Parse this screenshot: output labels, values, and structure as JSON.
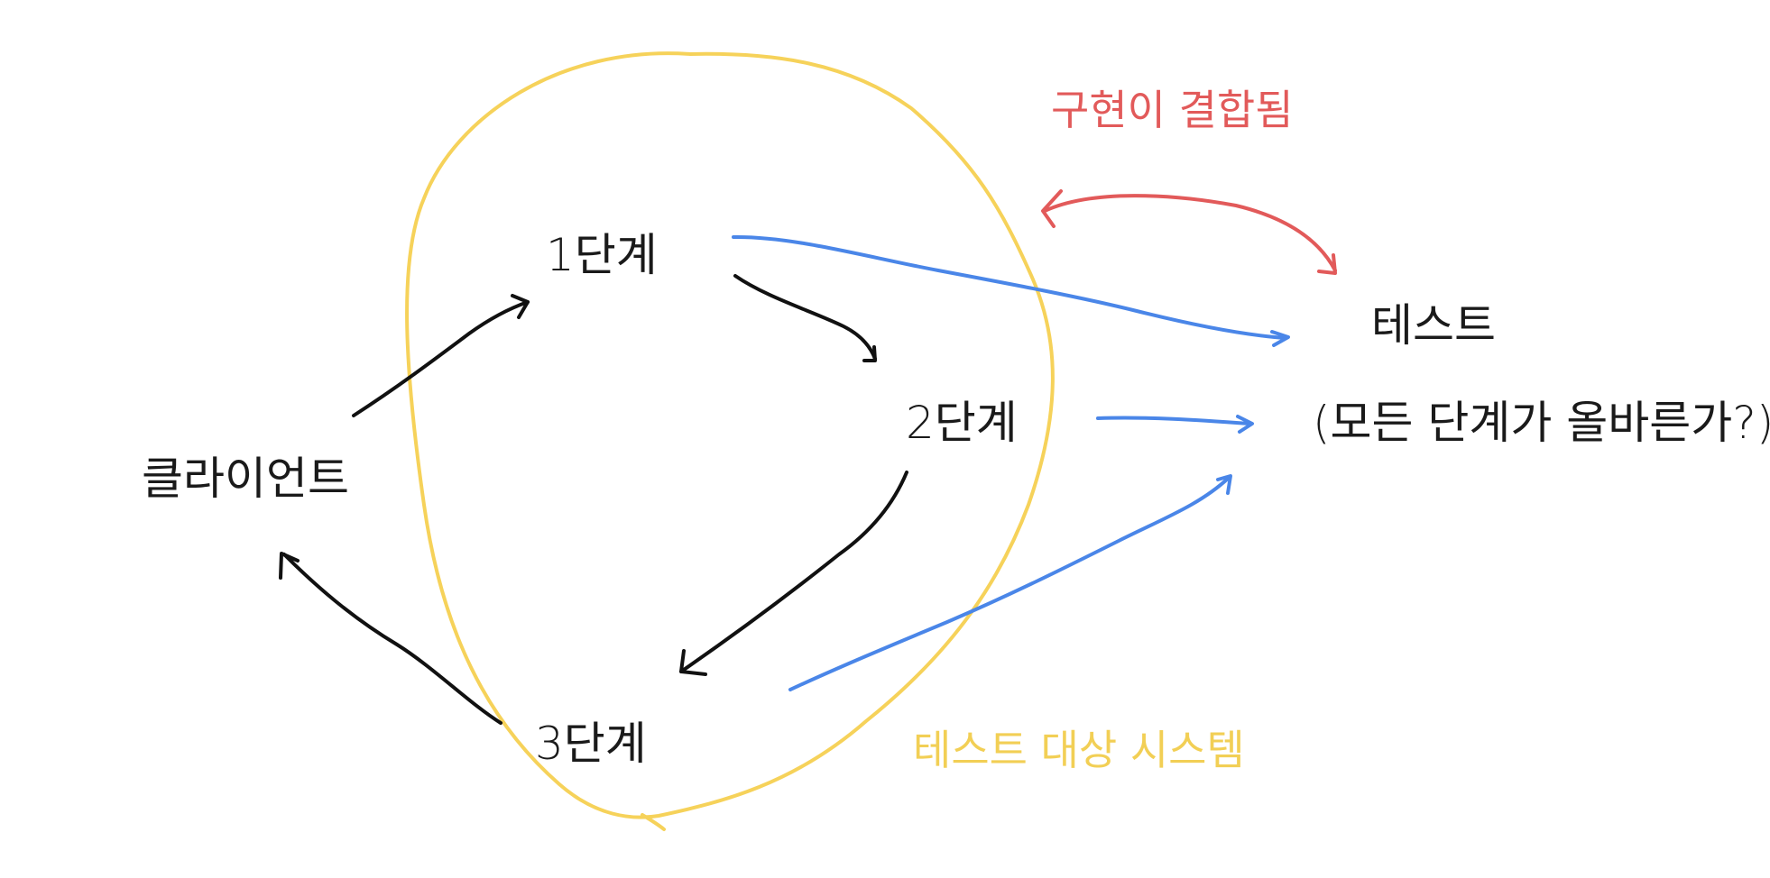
{
  "colors": {
    "ink": "#111111",
    "blue": "#4a86e8",
    "red": "#e25a5a",
    "yellow": "#f6d25a",
    "background": "#ffffff"
  },
  "nodes": {
    "client": "클라이언트",
    "step1": "1단계",
    "step2": "2단계",
    "step3": "3단계",
    "test": "테스트",
    "test_question": "(모든 단계가 올바른가?)"
  },
  "annotations": {
    "coupling": "구현이 결합됨",
    "system_under_test": "테스트 대상 시스템"
  }
}
